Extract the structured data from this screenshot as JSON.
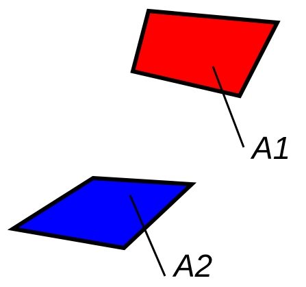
{
  "shapes": [
    {
      "name": "A1",
      "color": "#ff0000",
      "label": "A1"
    },
    {
      "name": "A2",
      "color": "#0000ff",
      "label": "A2"
    }
  ]
}
